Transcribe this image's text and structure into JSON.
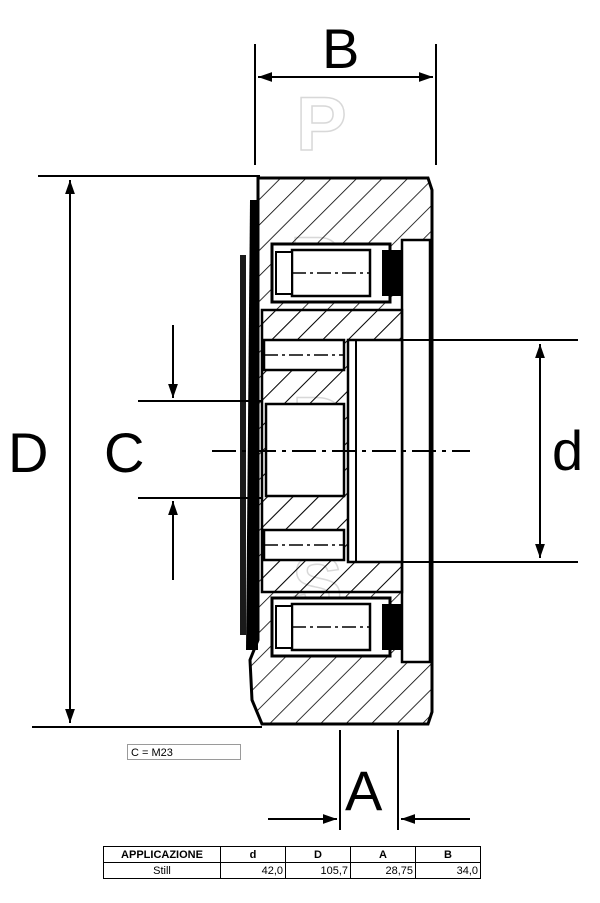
{
  "drawing": {
    "dimension_labels": {
      "B": "B",
      "D": "D",
      "C": "C",
      "d": "d",
      "A": "A"
    },
    "watermark": "PPDS"
  },
  "note": "C = M23",
  "table": {
    "headers": [
      "APPLICAZIONE",
      "d",
      "D",
      "A",
      "B"
    ],
    "rows": [
      [
        "Still",
        "42,0",
        "105,7",
        "28,75",
        "34,0"
      ]
    ]
  }
}
